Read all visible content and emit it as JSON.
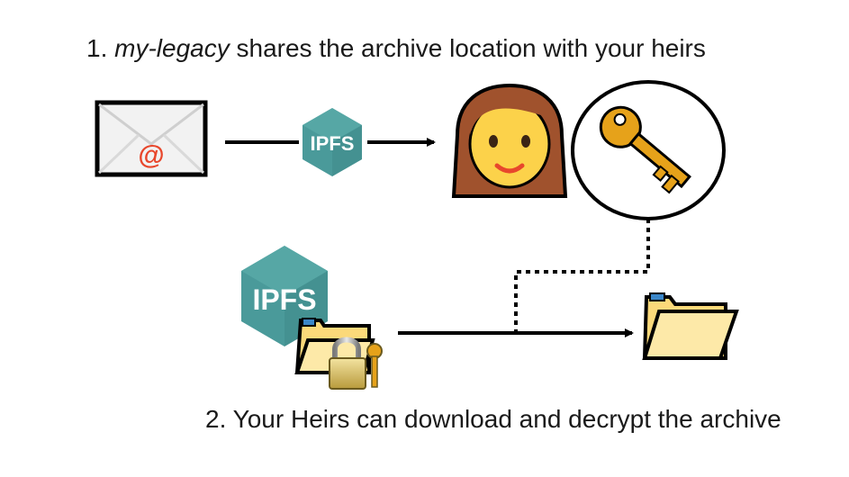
{
  "captions": {
    "step1_number": "1.",
    "step1_project": "my-legacy",
    "step1_text": "shares the archive location with your heirs",
    "step2": "2. Your Heirs can download and decrypt the archive"
  },
  "badges": {
    "ipfs_small": "IPFS",
    "ipfs_large": "IPFS"
  },
  "icons": {
    "email": "email-icon",
    "woman": "woman-icon",
    "key": "key-icon",
    "encrypted_folder": "locked-folder-icon",
    "folder": "folder-icon"
  },
  "colors": {
    "ipfs_teal": "#4a9a9a",
    "folder_yellow": "#fbd97a",
    "key_gold": "#e6a21a",
    "at_sign": "#e8472c"
  }
}
